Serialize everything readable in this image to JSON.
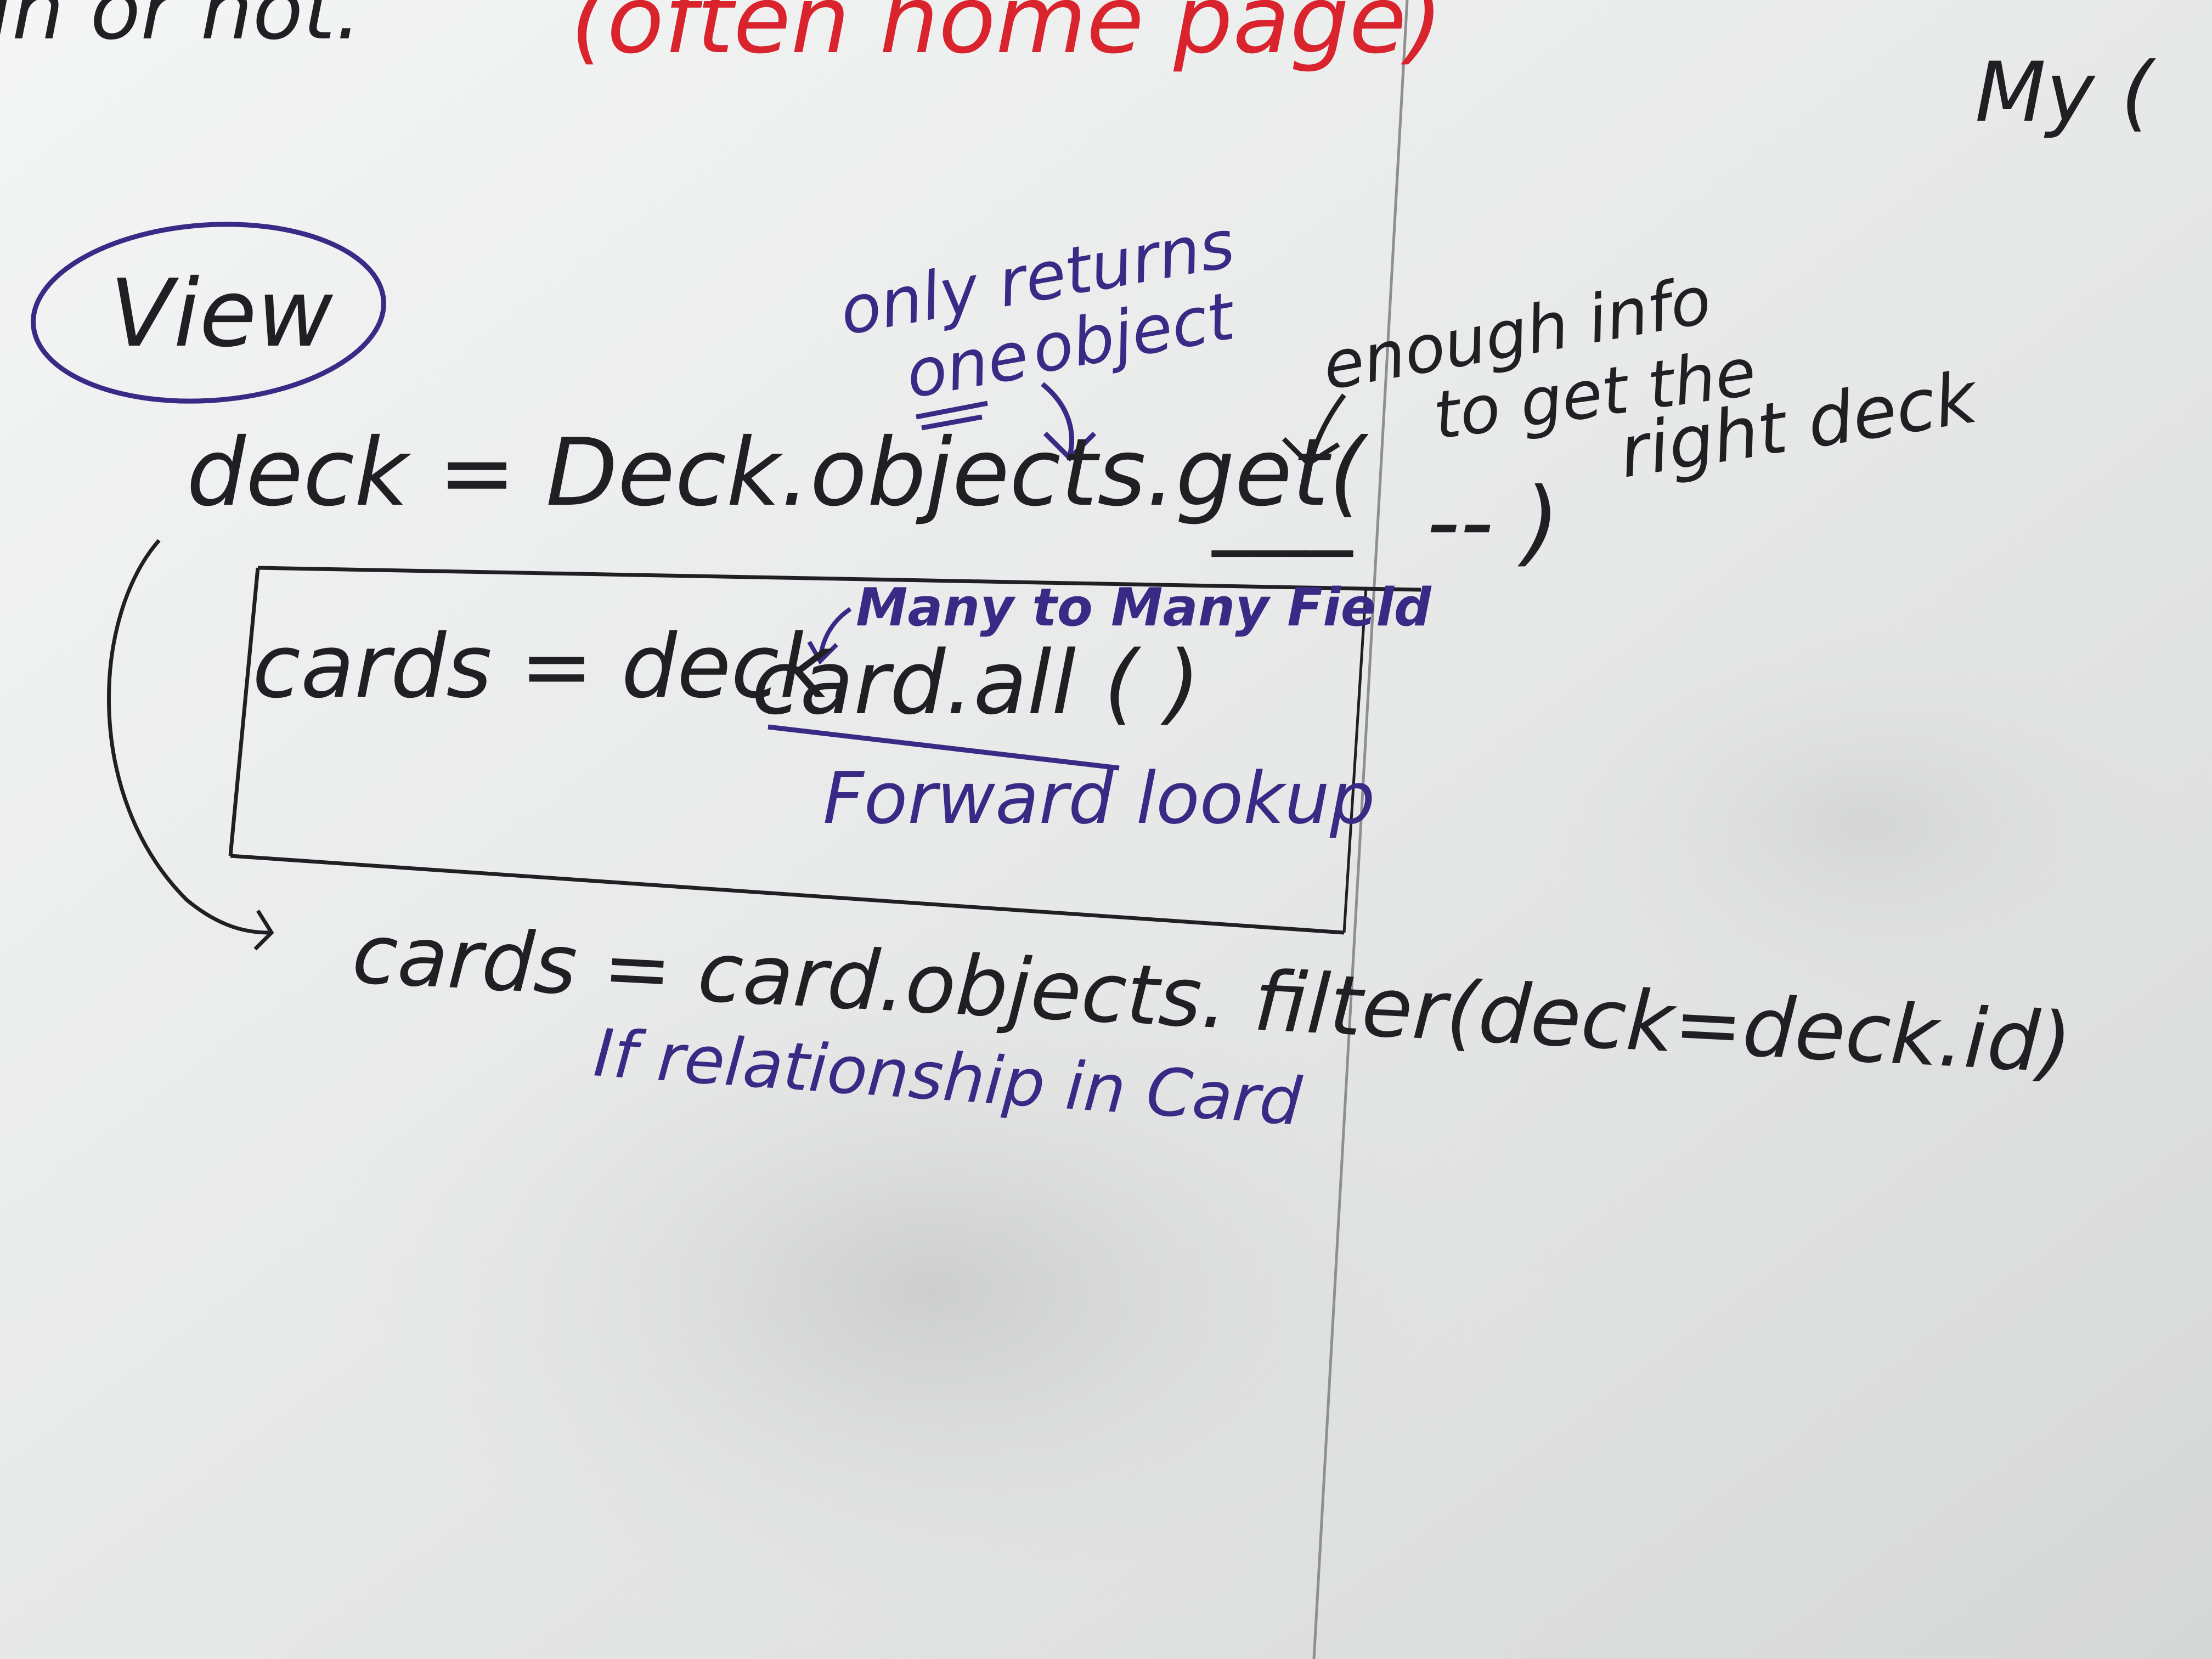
{
  "board": {
    "colors": {
      "black": "#1f1f24",
      "purple": "#3a2a86",
      "red": "#d9232d",
      "surface": "#e9eaea"
    },
    "top_line": {
      "black_part": "in or not.",
      "red_part": "(often home page)"
    },
    "top_right": "My (",
    "view_label": "View",
    "note_only_returns": "only returns",
    "note_one_object_one": "one",
    "note_one_object_rest": "object",
    "note_enough_info_1": "enough info",
    "note_enough_info_2": "to get the",
    "note_enough_info_3": "right deck",
    "line_deck_get": "deck = Deck.objects.get(",
    "line_deck_get_blank": "___",
    "line_deck_get_dashes": "-- )",
    "note_many_to_many": "Many to Many Field",
    "line_cards_all_prefix": "cards = deck.",
    "line_cards_all_method": "card.all ( )",
    "note_forward_lookup": "Forward lookup",
    "line_cards_filter": "cards = card.objects. filter(deck=deck.id)",
    "note_if_relationship": "If relationship in Card"
  }
}
